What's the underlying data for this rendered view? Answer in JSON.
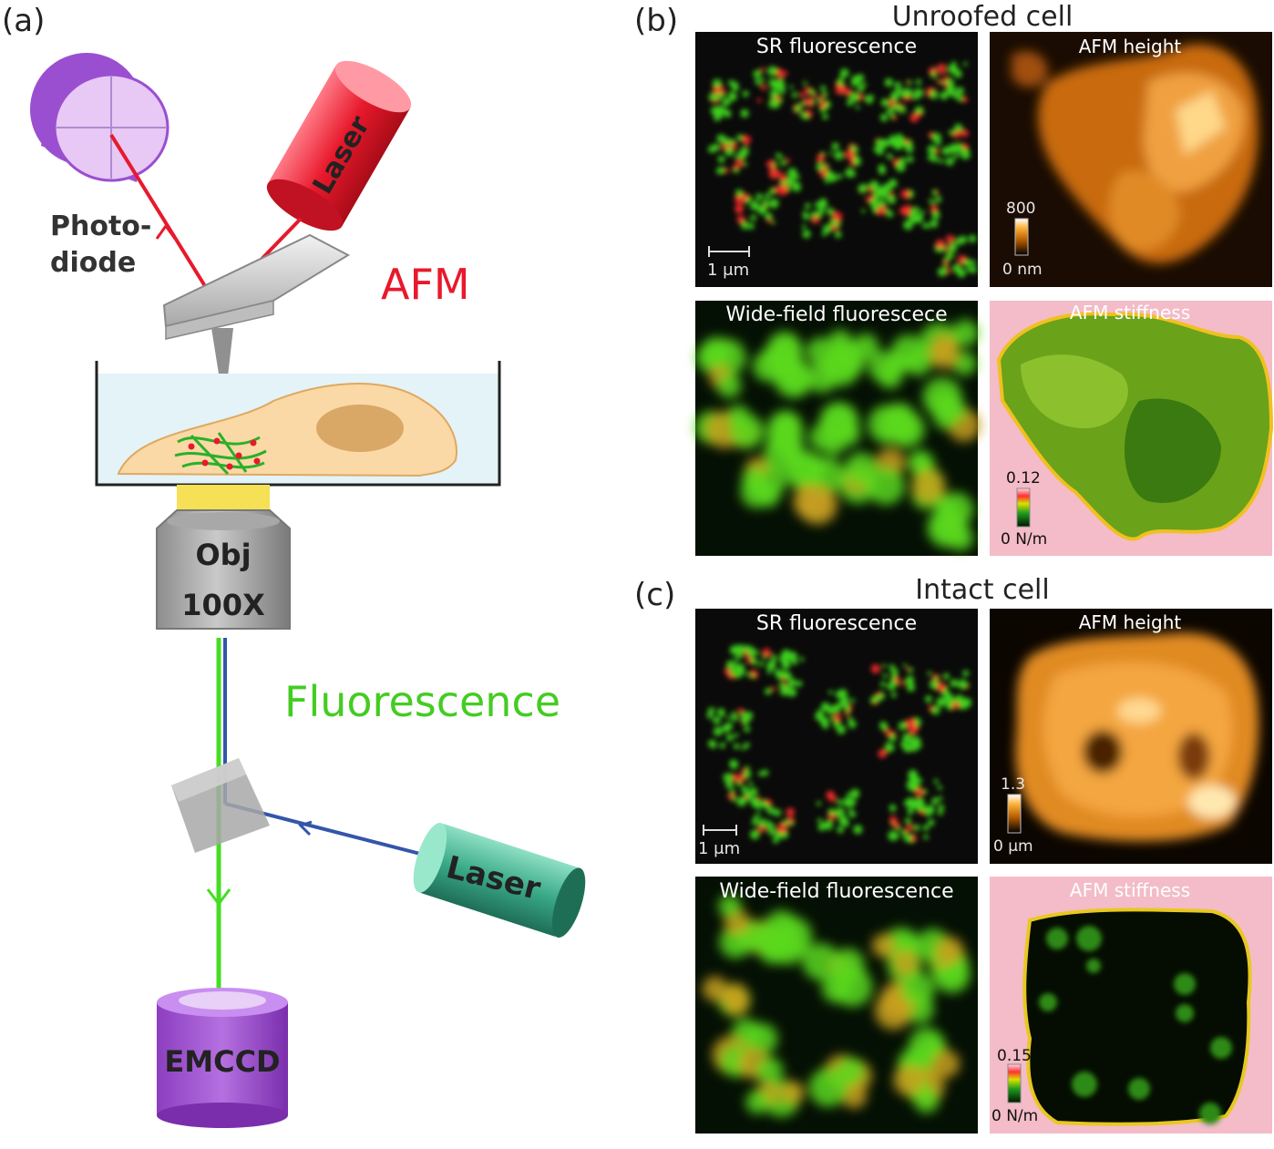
{
  "figure": {
    "panel_a": {
      "tag": "(a)",
      "photodiode_line1": "Photo-",
      "photodiode_line2": "diode",
      "afm_laser": "Laser",
      "afm": "AFM",
      "objective_line1": "Obj",
      "objective_line2": "100X",
      "fluorescence": "Fluorescence",
      "fl_laser": "Laser",
      "camera": "EMCCD"
    },
    "panel_b": {
      "tag": "(b)",
      "title": "Unroofed cell",
      "sr": "SR fluorescence",
      "height": "AFM height",
      "wide": "Wide-field fluorescece",
      "stiff": "AFM stiffness",
      "scale_bar": "1 μm",
      "height_max": "800",
      "height_min": "0 nm",
      "stiff_max": "0.12",
      "stiff_min": "0 N/m"
    },
    "panel_c": {
      "tag": "(c)",
      "title": "Intact cell",
      "sr": "SR fluorescence",
      "height": "AFM height",
      "wide": "Wide-field fluorescence",
      "stiff": "AFM stiffness",
      "scale_bar": "1 μm",
      "height_max": "1.3",
      "height_min": "0 μm",
      "stiff_max": "0.15",
      "stiff_min": "0 N/m"
    }
  },
  "colors": {
    "afm_red": "#e8192c",
    "fluor_green": "#33cc33",
    "laser_blue": "#3355aa",
    "photodiode_purple": "#b070d8",
    "emccd_purple": "#a050d0",
    "teal_laser": "#2a9c7c"
  }
}
